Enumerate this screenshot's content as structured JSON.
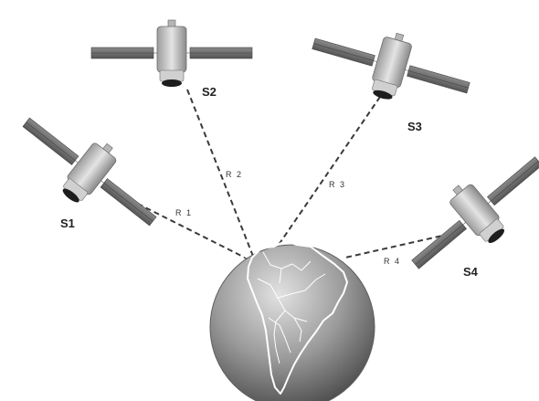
{
  "satellites": [
    {
      "id": "s1",
      "label": "S1"
    },
    {
      "id": "s2",
      "label": "S2"
    },
    {
      "id": "s3",
      "label": "S3"
    },
    {
      "id": "s4",
      "label": "S4"
    }
  ],
  "ranges": [
    {
      "id": "r1",
      "label": "R 1"
    },
    {
      "id": "r2",
      "label": "R 2"
    },
    {
      "id": "r3",
      "label": "R 3"
    },
    {
      "id": "r4",
      "label": "R 4"
    }
  ],
  "colors": {
    "panel": "#6f6f6f",
    "body": "#c9c9c9",
    "globe_light": "#d6d6d6",
    "globe_dark": "#5a5a5a",
    "range_line": "#3a3a3a",
    "continent_outline": "#ffffff"
  },
  "icons": {
    "satellite": "satellite-icon",
    "globe": "earth-globe-icon"
  }
}
